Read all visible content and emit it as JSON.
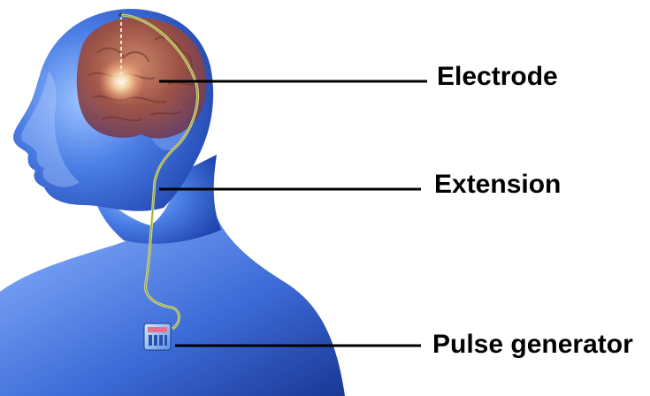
{
  "labels": {
    "electrode": "Electrode",
    "extension": "Extension",
    "pulse_generator": "Pulse generator"
  },
  "colors": {
    "body": "#2f5fd0",
    "body_highlight": "#a9c6ff",
    "brain": "#b8603e",
    "lead_wire": "#d9dd7a",
    "glow": "#fff2c9",
    "pointer_line": "#000000"
  }
}
